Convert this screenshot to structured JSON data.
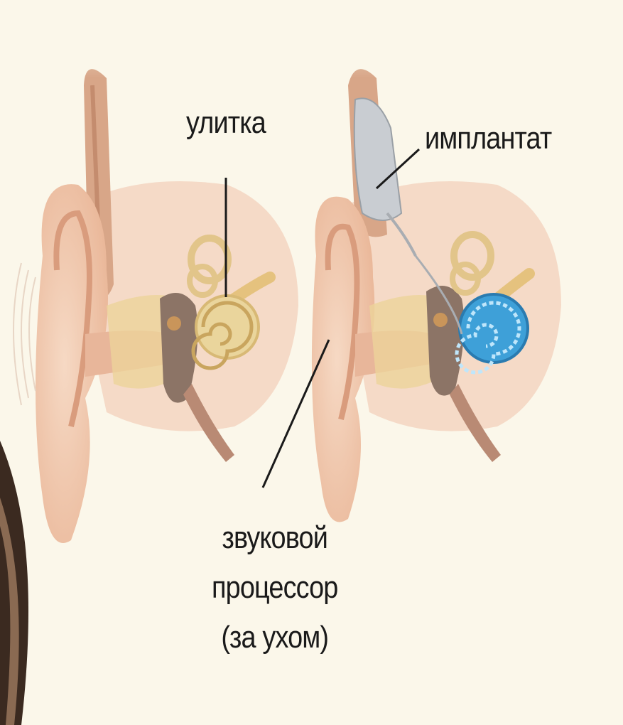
{
  "diagram": {
    "labels": {
      "cochlea": "улитка",
      "implant": "имплантат",
      "processor_lines": [
        "звуковой",
        "процессор",
        "(за ухом)"
      ]
    },
    "colors": {
      "background": "#fbf7ea",
      "frame_edge": "#4a382c",
      "skin": "#f0c4a6",
      "skin_shadow": "#d99c7d",
      "bone": "#ecd39a",
      "cochlea_natural": "#e8cf8c",
      "cochlea_implant": "#3ea0d8",
      "implant_device": "#c9cdd2",
      "ossicles": "#8c7466",
      "leader_line": "#1a1a1a"
    }
  }
}
